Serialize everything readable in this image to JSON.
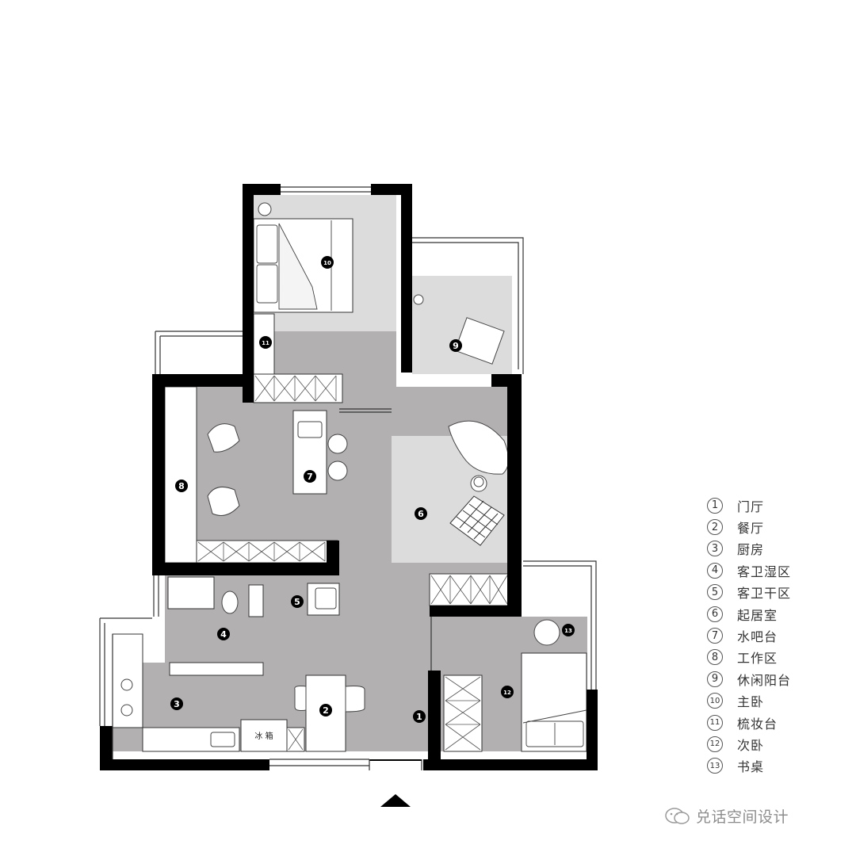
{
  "rooms": [
    {
      "id": "1",
      "name": "门厅"
    },
    {
      "id": "2",
      "name": "餐厅"
    },
    {
      "id": "3",
      "name": "厨房"
    },
    {
      "id": "4",
      "name": "客卫湿区"
    },
    {
      "id": "5",
      "name": "客卫干区"
    },
    {
      "id": "6",
      "name": "起居室"
    },
    {
      "id": "7",
      "name": "水吧台"
    },
    {
      "id": "8",
      "name": "工作区"
    },
    {
      "id": "9",
      "name": "休闲阳台"
    },
    {
      "id": "10",
      "name": "主卧"
    },
    {
      "id": "11",
      "name": "梳妆台"
    },
    {
      "id": "12",
      "name": "次卧"
    },
    {
      "id": "13",
      "name": "书桌"
    }
  ],
  "markers": [
    "1",
    "2",
    "3",
    "4",
    "5",
    "6",
    "7",
    "8",
    "9",
    "10",
    "11",
    "12",
    "13"
  ],
  "fridge_label": "冰 箱",
  "watermark": "兑话空间设计",
  "colors": {
    "wall": "#000000",
    "floor_gray": "#b3b0b1",
    "floor_light": "#d9d8d8",
    "marker": "#000000"
  }
}
